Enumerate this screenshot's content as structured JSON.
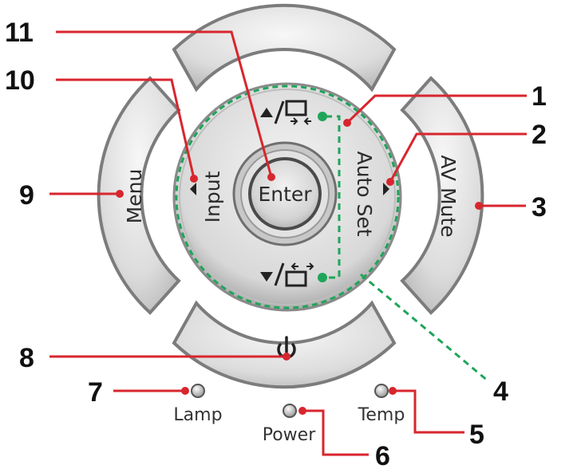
{
  "buttons": {
    "enter": "Enter",
    "input": "Input",
    "auto_set": "Auto Set",
    "menu": "Menu",
    "av_mute": "AV Mute"
  },
  "indicators": {
    "lamp": "Lamp",
    "power": "Power",
    "temp": "Temp"
  },
  "callouts": [
    "1",
    "2",
    "3",
    "4",
    "5",
    "6",
    "7",
    "8",
    "9",
    "10",
    "11"
  ],
  "colors": {
    "callout_line": "#d8262e",
    "keystone_ring": "#1fa55a"
  },
  "icons": {
    "keystone_up": "up-arrow-keystone-icon",
    "keystone_down": "down-arrow-keystone-icon",
    "power": "power-icon",
    "led": "led-icon"
  }
}
